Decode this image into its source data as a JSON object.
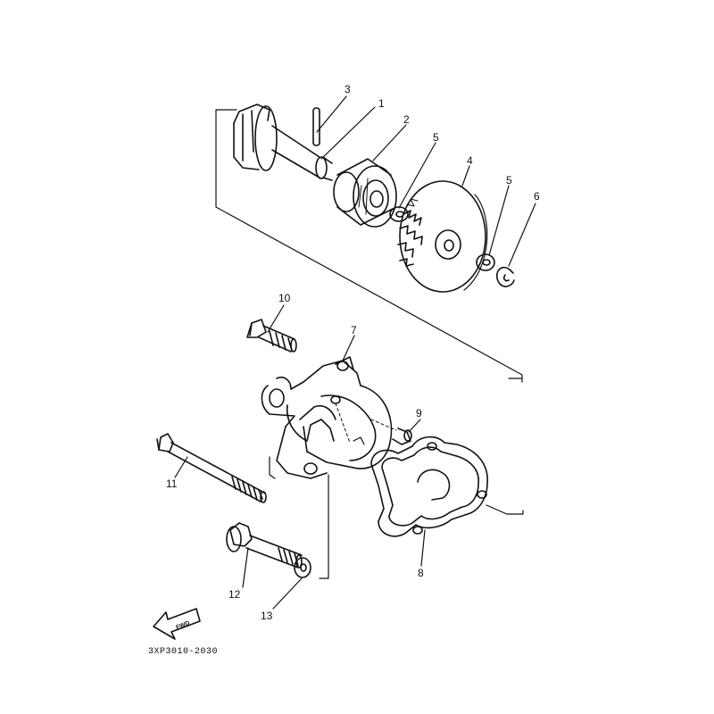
{
  "callouts": [
    "1",
    "2",
    "3",
    "4",
    "5",
    "5",
    "6",
    "7",
    "8",
    "9",
    "10",
    "11",
    "12",
    "13"
  ],
  "fwd_label": "FWD",
  "diagram_code": "3XP3010-2030"
}
